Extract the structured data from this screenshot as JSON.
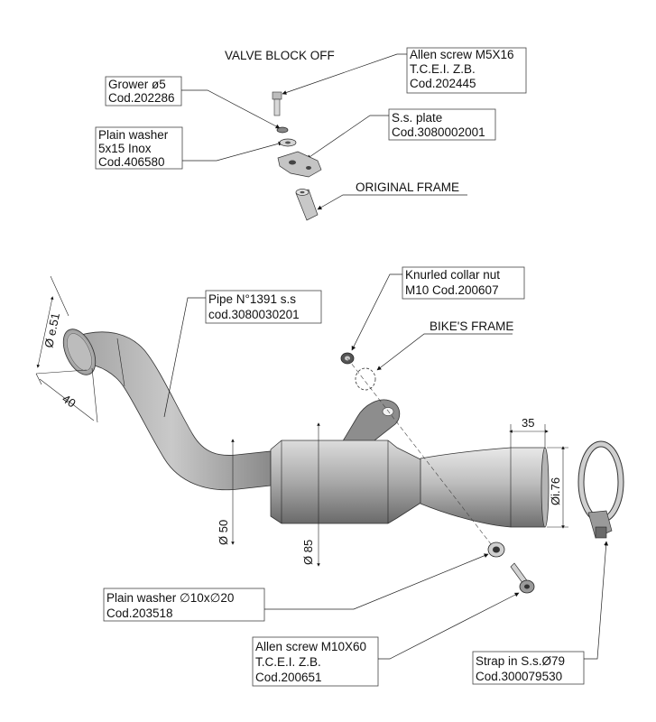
{
  "valve_block": {
    "title": "VALVE BLOCK OFF",
    "allen_screw_m5": [
      "Allen screw M5X16",
      "T.C.E.I. Z.B.",
      "Cod.202445"
    ],
    "grower": [
      "Grower ø5",
      "Cod.202286"
    ],
    "plain_washer_5x15": [
      "Plain washer",
      "5x15 Inox",
      "Cod.406580"
    ],
    "ss_plate": [
      "S.s. plate",
      "Cod.3080002001"
    ],
    "original_frame": "ORIGINAL FRAME"
  },
  "exhaust": {
    "knurled_nut": [
      "Knurled collar nut",
      "M10 Cod.200607"
    ],
    "bikes_frame": "BIKE'S FRAME",
    "pipe": [
      "Pipe N°1391 s.s",
      "cod.3080030201"
    ],
    "plain_washer_10x20": [
      "Plain washer ∅10x∅20",
      "Cod.203518"
    ],
    "allen_screw_m10": [
      "Allen screw M10X60",
      "T.C.E.I. Z.B.",
      "Cod.200651"
    ],
    "strap": [
      "Strap in S.s.Ø79",
      "Cod.300079530"
    ]
  },
  "dimensions": {
    "inlet_diameter": "Ø e.51",
    "inlet_length": "40",
    "pipe_diameter": "Ø 50",
    "body_diameter": "Ø 85",
    "outlet_length": "35",
    "outlet_diameter": "Øi.76"
  },
  "colors": {
    "metal_light": "#cfcfcf",
    "metal_mid": "#9a9a9a",
    "metal_dark": "#555555",
    "line": "#222222"
  }
}
